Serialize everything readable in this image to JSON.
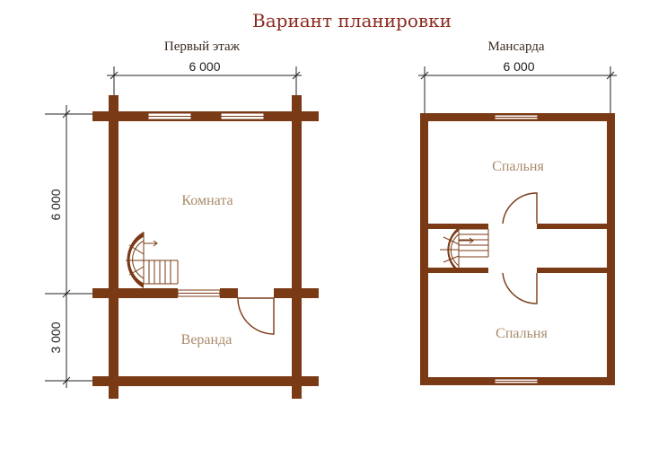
{
  "title": "Вариант планировки",
  "ground_floor": {
    "label": "Первый этаж",
    "width_dim": "6 000",
    "height_dim_main": "6 000",
    "height_dim_veranda": "3 000",
    "room_main": "Комната",
    "room_veranda": "Веранда"
  },
  "attic": {
    "label": "Мансарда",
    "width_dim": "6 000",
    "room_top": "Спальня",
    "room_bottom": "Спальня"
  },
  "colors": {
    "title": "#8b2a1f",
    "wall": "#7a3a16",
    "room_text": "#a98a6a"
  }
}
